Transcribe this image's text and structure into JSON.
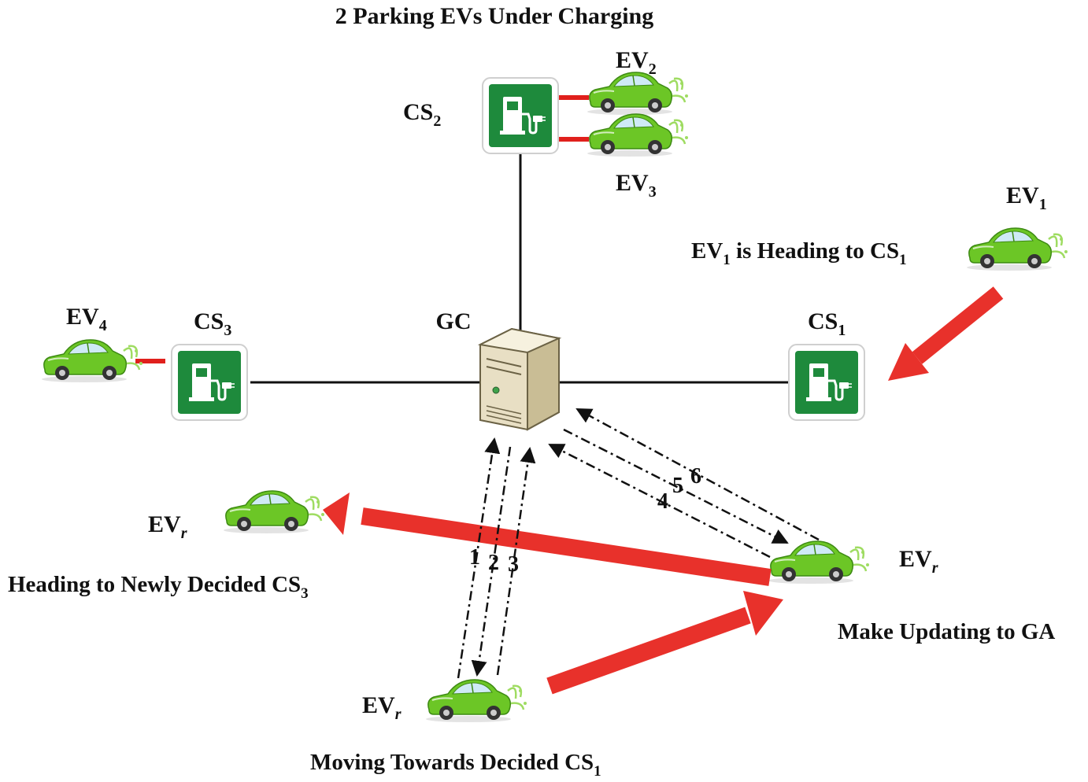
{
  "title": "2 Parking EVs Under Charging",
  "labels": {
    "gc": "GC",
    "cs1": {
      "base": "CS",
      "sub": "1"
    },
    "cs2": {
      "base": "CS",
      "sub": "2"
    },
    "cs3": {
      "base": "CS",
      "sub": "3"
    },
    "ev1": {
      "base": "EV",
      "sub": "1"
    },
    "ev2": {
      "base": "EV",
      "sub": "2"
    },
    "ev3": {
      "base": "EV",
      "sub": "3"
    },
    "ev4": {
      "base": "EV",
      "sub": "4"
    },
    "evr": {
      "base": "EV",
      "sub": "r"
    }
  },
  "captions": {
    "ev1_heading": {
      "p1": "EV",
      "s1": "1",
      "p2": " is Heading to CS",
      "s2": "1"
    },
    "heading_newly": {
      "p1": "Heading to Newly Decided CS",
      "s1": "3"
    },
    "make_updating": "Make Updating to GA",
    "moving_towards": {
      "p1": "Moving Towards Decided CS",
      "s1": "1"
    }
  },
  "step_numbers": [
    "1",
    "2",
    "3",
    "4",
    "5",
    "6"
  ],
  "colors": {
    "ev_body": "#6cc626",
    "station_green": "#1e8a3c",
    "arrow_red": "#e8312b",
    "connector_red": "#e0201c",
    "server_body": "#e8dfc4"
  },
  "icons": [
    "charging-station-icon",
    "electric-car-icon",
    "server-icon"
  ]
}
